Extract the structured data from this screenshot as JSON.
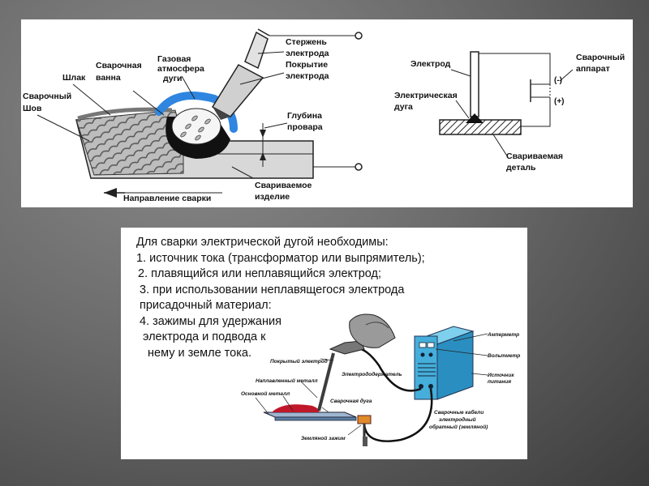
{
  "weld_diagram": {
    "labels": {
      "rod": [
        "Стержень",
        "электрода"
      ],
      "coating": [
        "Покрытие",
        "электрода"
      ],
      "gas": [
        "Газовая",
        "атмосфера",
        "дуги"
      ],
      "pool": [
        "Сварочная",
        "ванна"
      ],
      "slag": "Шлак",
      "seam": [
        "Сварочный",
        "Шов"
      ],
      "depth": [
        "Глубина",
        "провара"
      ],
      "workpiece": [
        "Свариваемое",
        "изделие"
      ],
      "direction": "Направление сварки"
    }
  },
  "circuit_diagram": {
    "labels": {
      "electrode": "Электрод",
      "apparatus": [
        "Сварочный",
        "аппарат"
      ],
      "arc": [
        "Электрическая",
        "дуга"
      ],
      "part": [
        "Свариваемая",
        "деталь"
      ],
      "minus": "(-)",
      "plus": "(+)"
    }
  },
  "requirements": {
    "heading": "Для сварки электрической дугой необходимы:",
    "item1": "1. источник тока (трансформатор или выпрямитель);",
    "item2": "2. плавящийся или неплавящийся электрод;",
    "item3a": "3. при использовании неплавящегося электрода",
    "item3b": "присадочный материал:",
    "item4a": "4. зажимы для удержания",
    "item4b": "электрода и подвода к",
    "item4c": "нему и земле тока."
  },
  "equipment_diagram": {
    "labels": {
      "ammeter": "Амперметр",
      "voltmeter": "Вольтметр",
      "power_source": [
        "Источник",
        "питания"
      ],
      "coated_electrode": "Покрытый электрод",
      "deposited_metal": "Наплавленный металл",
      "base_metal": "Основной металл",
      "welding_arc": "Сварочная дуга",
      "holder": "Электрододержатель",
      "ground_clamp": "Земляной зажим",
      "cables": [
        "Сварочные кабели",
        "электродный",
        "обратный (земляной)"
      ]
    }
  }
}
